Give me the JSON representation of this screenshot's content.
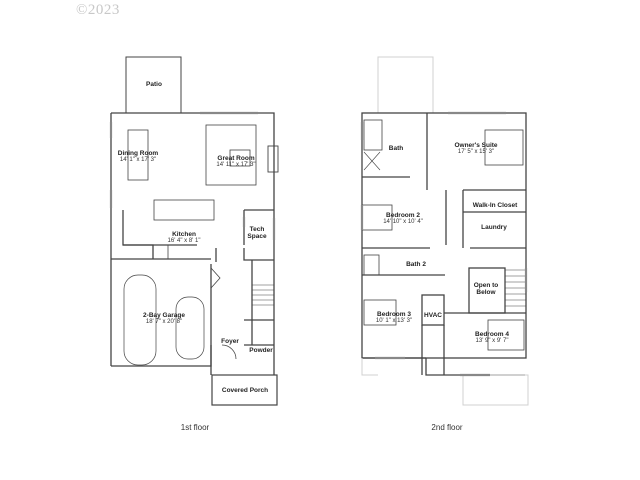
{
  "copyright": "©2023",
  "floors": [
    {
      "label": "1st floor",
      "rooms": [
        {
          "name": "Patio",
          "dim": ""
        },
        {
          "name": "Dining Room",
          "dim": "14' 1\" x 17' 3\""
        },
        {
          "name": "Great Room",
          "dim": "14' 11\" x 17' 3\""
        },
        {
          "name": "Kitchen",
          "dim": "16' 4\" x 8' 1\""
        },
        {
          "name": "Tech Space",
          "dim": ""
        },
        {
          "name": "2-Bay Garage",
          "dim": "18' 7\" x 20' 8\""
        },
        {
          "name": "Foyer",
          "dim": ""
        },
        {
          "name": "Powder",
          "dim": ""
        },
        {
          "name": "Covered Porch",
          "dim": ""
        }
      ]
    },
    {
      "label": "2nd floor",
      "rooms": [
        {
          "name": "Bath",
          "dim": ""
        },
        {
          "name": "Owner's Suite",
          "dim": "17' 5\" x 15' 3\""
        },
        {
          "name": "Walk-In Closet",
          "dim": ""
        },
        {
          "name": "Bedroom 2",
          "dim": "14' 10\" x 10' 4\""
        },
        {
          "name": "Laundry",
          "dim": ""
        },
        {
          "name": "Bath 2",
          "dim": ""
        },
        {
          "name": "Open to Below",
          "dim": ""
        },
        {
          "name": "Bedroom 3",
          "dim": "10' 1\" x 13' 3\""
        },
        {
          "name": "HVAC",
          "dim": ""
        },
        {
          "name": "Bedroom 4",
          "dim": "13' 9\" x 9' 7\""
        }
      ]
    }
  ],
  "colors": {
    "wall": "#444444",
    "light_line": "#d0d0d0",
    "window": "#9a9a9a"
  }
}
